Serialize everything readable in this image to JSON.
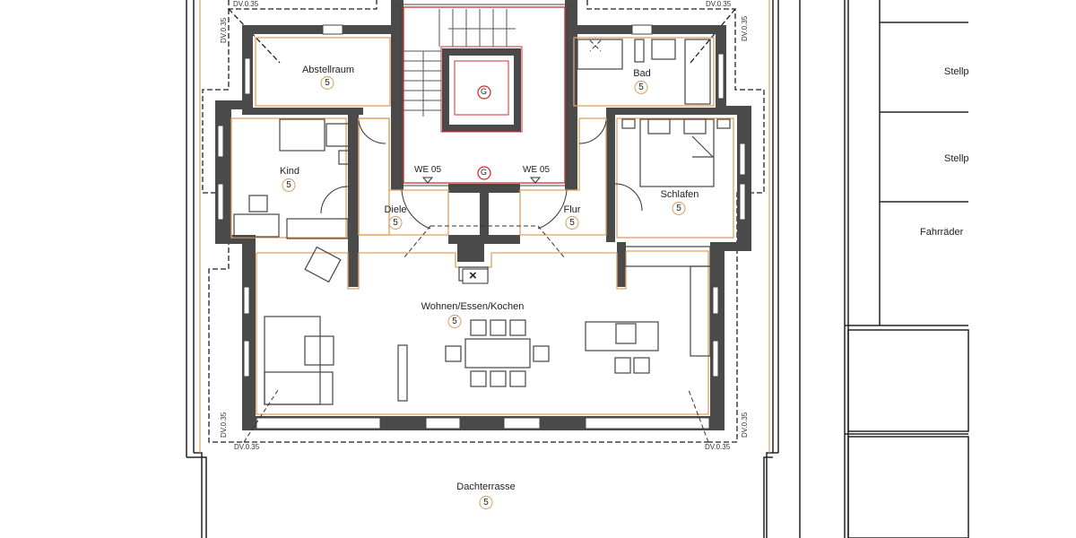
{
  "drawing": {
    "type": "floor-plan",
    "colors": {
      "wall": "#4a4a4a",
      "line": "#222222",
      "finish_line": "#e0a060",
      "stair_core": "#d03030",
      "background": "#ffffff"
    }
  },
  "rooms": [
    {
      "id": "abstellraum",
      "label": "Abstellraum",
      "number": "5"
    },
    {
      "id": "bad",
      "label": "Bad",
      "number": "5"
    },
    {
      "id": "kind",
      "label": "Kind",
      "number": "5"
    },
    {
      "id": "schlafen",
      "label": "Schlafen",
      "number": "5"
    },
    {
      "id": "diele",
      "label": "Diele",
      "number": "5"
    },
    {
      "id": "flur",
      "label": "Flur",
      "number": "5"
    },
    {
      "id": "wohnen",
      "label": "Wohnen/Essen/Kochen",
      "number": "5"
    },
    {
      "id": "dachterrasse",
      "label": "Dachterrasse",
      "number": "5"
    }
  ],
  "stair": {
    "unit_left": "WE 05",
    "unit_right": "WE 05",
    "marker_symbol": "G"
  },
  "dimensions": {
    "dv_label": "DV.0.35"
  },
  "side_areas": [
    {
      "label": "Stellp"
    },
    {
      "label": "Stellp"
    },
    {
      "label": "Fahrräder"
    }
  ],
  "symbols": {
    "shaft_mark": "×"
  }
}
